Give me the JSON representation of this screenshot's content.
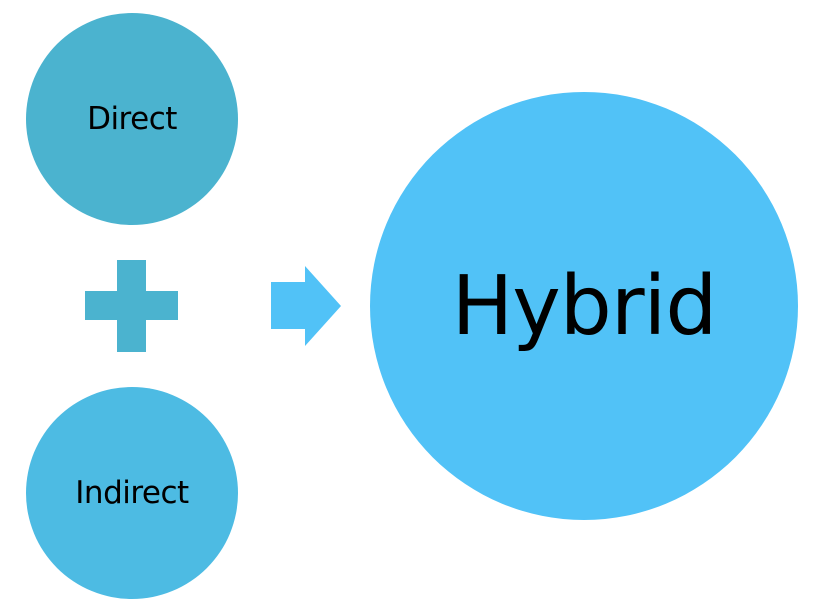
{
  "diagram": {
    "nodes": [
      {
        "id": "direct",
        "label": "Direct",
        "color": "#4BB3CF"
      },
      {
        "id": "indirect",
        "label": "Indirect",
        "color": "#4DBBE3"
      },
      {
        "id": "hybrid",
        "label": "Hybrid",
        "color": "#51C2F7"
      }
    ],
    "operators": {
      "plus": {
        "icon": "plus-icon",
        "color": "#4BB3CF"
      },
      "arrow": {
        "icon": "arrow-right-icon",
        "color": "#51C2F7"
      }
    },
    "relation": "Direct + Indirect → Hybrid"
  }
}
